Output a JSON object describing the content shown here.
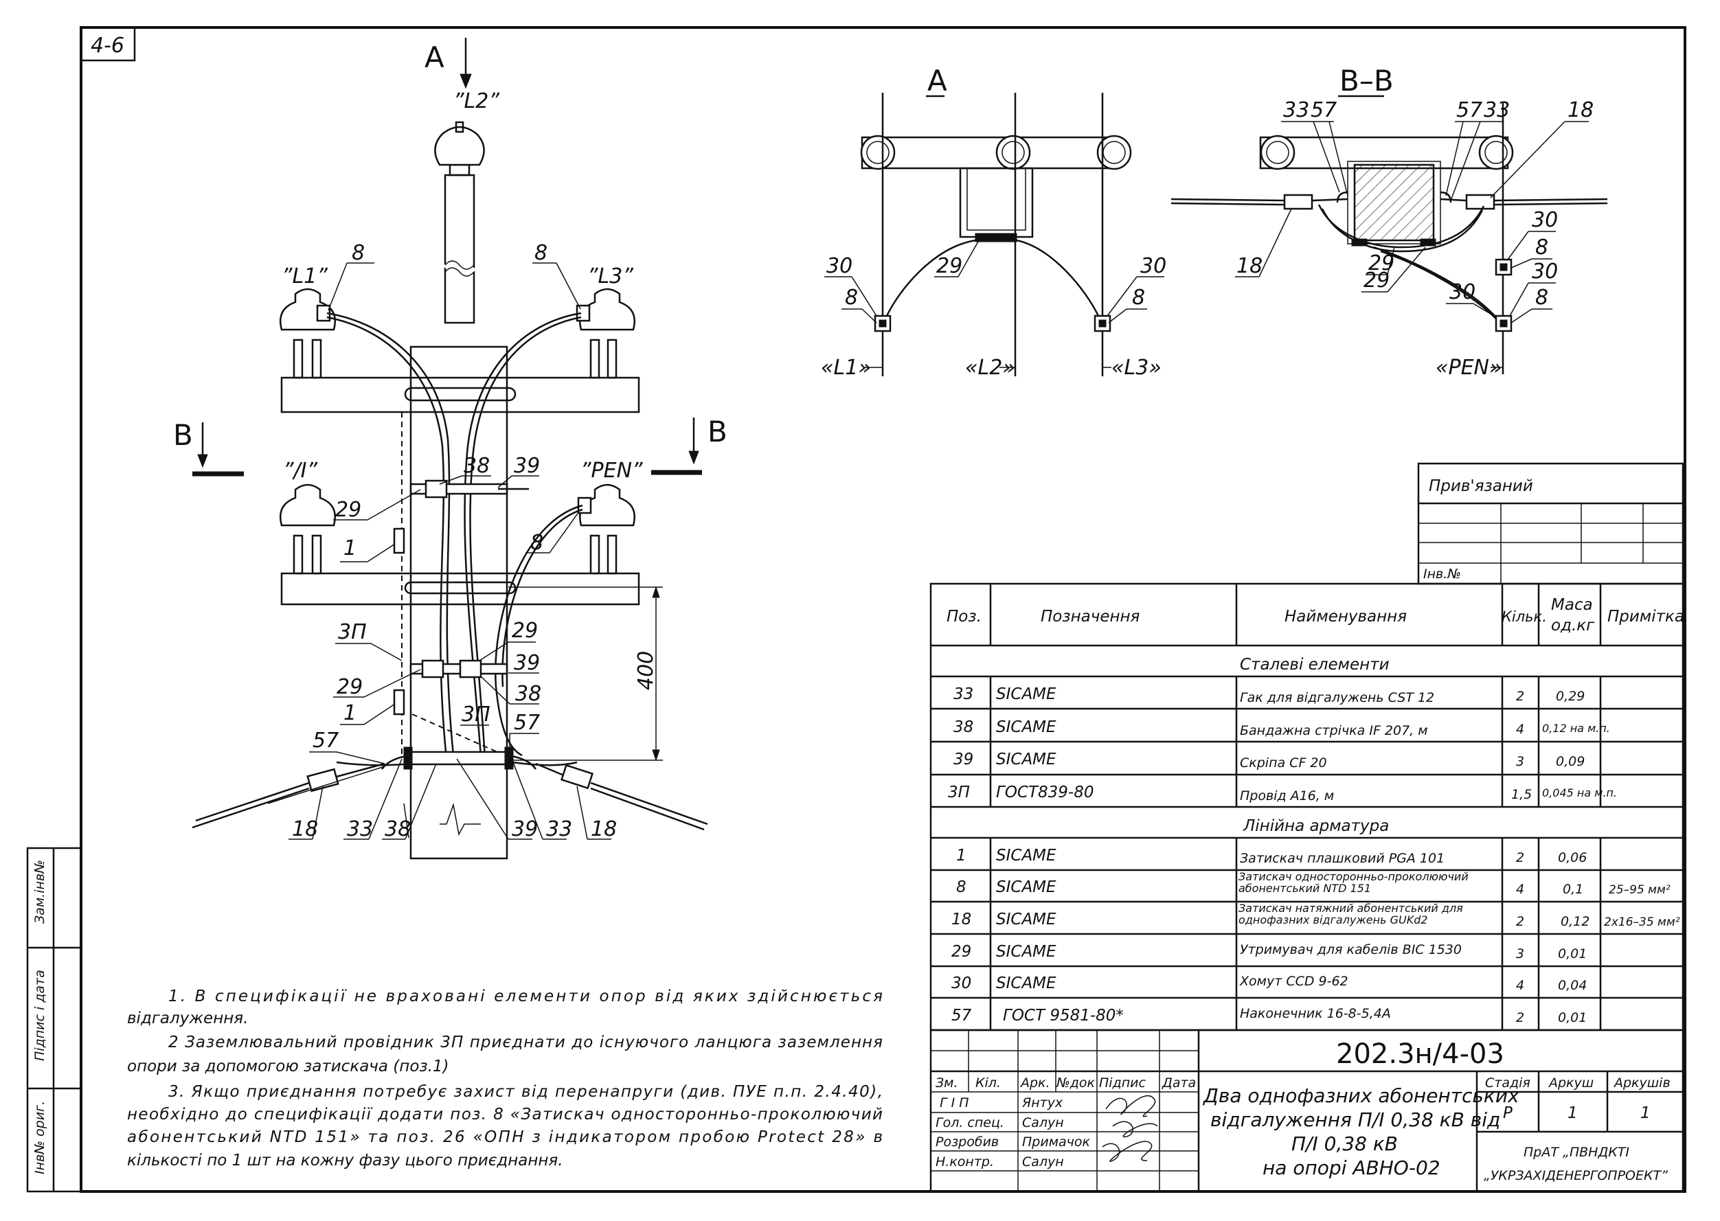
{
  "sheet_code": "4-6",
  "front_view": {
    "section_a": "A",
    "section_b": "B",
    "phase_labels": [
      "”L2”",
      "”L1”",
      "”L3”",
      "”/I”",
      "”PEN”"
    ],
    "dimension": "400",
    "callouts": [
      "8",
      "8",
      "29",
      "38",
      "39",
      "1",
      "8",
      "3П",
      "29",
      "39",
      "29",
      "38",
      "1",
      "3П",
      "57",
      "57",
      "18",
      "33",
      "38",
      "39",
      "33",
      "18"
    ]
  },
  "view_a": {
    "title": "A",
    "callouts": [
      "30",
      "8",
      "29",
      "30",
      "8"
    ],
    "phase_labels": [
      "«L1»",
      "«L2»",
      "«L3»"
    ]
  },
  "view_bb": {
    "title": "B–B",
    "callouts": [
      "33",
      "57",
      "57",
      "33",
      "18",
      "18",
      "29",
      "29",
      "30",
      "8",
      "30",
      "30",
      "8"
    ],
    "phase_label": "«PEN»"
  },
  "privyazany": {
    "label": "Прив'язаний",
    "inv_label": "Інв.№"
  },
  "spec": {
    "headers": [
      "Поз.",
      "Позначення",
      "Найменування",
      "Кільк.",
      "Маса од.кг",
      "Примітка"
    ],
    "groups": [
      {
        "title": "Сталеві елементи",
        "rows": [
          {
            "pos": "33",
            "code": "SICAME",
            "name": "Гак для відгалужень CST 12",
            "qty": "2",
            "mass": "0,29",
            "note": ""
          },
          {
            "pos": "38",
            "code": "SICAME",
            "name": "Бандажна стрічка IF 207, м",
            "qty": "4",
            "mass": "0,12 на м.п.",
            "note": ""
          },
          {
            "pos": "39",
            "code": "SICAME",
            "name": "Скріпа CF 20",
            "qty": "3",
            "mass": "0,09",
            "note": ""
          },
          {
            "pos": "3П",
            "code": "ГОСТ839-80",
            "name": "Провід А16, м",
            "qty": "1,5",
            "mass": "0,045 на м.п.",
            "note": ""
          }
        ]
      },
      {
        "title": "Лінійна арматура",
        "rows": [
          {
            "pos": "1",
            "code": "SICAME",
            "name": "Затискач плашковий PGA 101",
            "qty": "2",
            "mass": "0,06",
            "note": ""
          },
          {
            "pos": "8",
            "code": "SICAME",
            "name": "Затискач односторонньо-проколюючий абонентський NTD 151",
            "qty": "4",
            "mass": "0,1",
            "note": "25–95 мм²"
          },
          {
            "pos": "18",
            "code": "SICAME",
            "name": "Затискач натяжний абонентський для однофазних відгалужень GUKd2",
            "qty": "2",
            "mass": "0,12",
            "note": "2х16–35 мм²"
          },
          {
            "pos": "29",
            "code": "SICAME",
            "name": "Утримувач для кабелів BIC 1530",
            "qty": "3",
            "mass": "0,01",
            "note": ""
          },
          {
            "pos": "30",
            "code": "SICAME",
            "name": "Хомут CCD 9-62",
            "qty": "4",
            "mass": "0,04",
            "note": ""
          },
          {
            "pos": "57",
            "code": "ГОСТ 9581-80*",
            "name": "Наконечник 16-8-5,4А",
            "qty": "2",
            "mass": "0,01",
            "note": ""
          }
        ]
      }
    ]
  },
  "title_block": {
    "doc_code": "202.3н/4-03",
    "col_headers": [
      "Зм.",
      "Кіл.",
      "Арк.",
      "№док",
      "Підпис",
      "Дата"
    ],
    "roles": [
      {
        "role": "Г І П",
        "name": "Янтух"
      },
      {
        "role": "Гол. спец.",
        "name": "Салун"
      },
      {
        "role": "Розробив",
        "name": "Примачок"
      },
      {
        "role": "Н.контр.",
        "name": "Салун"
      }
    ],
    "title_lines": [
      "Два однофазних абонентських",
      "відгалуження П/І 0,38 кВ від",
      "П/І 0,38 кВ",
      "на опорі АВНО-02"
    ],
    "stage_headers": [
      "Стадія",
      "Аркуш",
      "Аркушів"
    ],
    "stage_values": [
      "Р",
      "1",
      "1"
    ],
    "org_lines": [
      "ПрАТ „ПВНДКТІ",
      "„УКРЗАХІДЕНЕРГОПРОЕКТ”"
    ]
  },
  "side_stamps": [
    "Зам.інв№",
    "Підпис і дата",
    "Інв№ ориг."
  ],
  "notes": [
    "1. В специфікації не враховані елементи опор від яких здійснюється",
    "відгалуження.",
    "2 Заземлювальний провідник 3П приєднати до існуючого ланцюга заземлення",
    "опори за допомогою затискача (поз.1)",
    "3. Якщо приєднання потребує захист від перенапруги (див. ПУЕ п.п. 2.4.40),",
    "необхідно до специфікації додати поз. 8 «Затискач односторонньо-проколюючий",
    "абонентський NTD 151» та поз. 26 «ОПН з індикатором пробою Protect 28» в",
    "кількості по 1 шт на кожну фазу цього приєднання."
  ]
}
